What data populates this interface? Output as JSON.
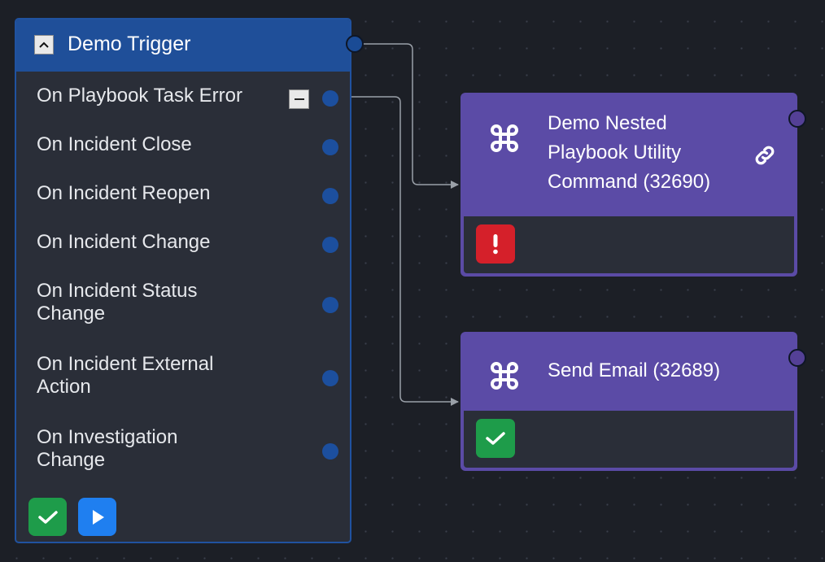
{
  "trigger": {
    "title": "Demo Trigger",
    "events": [
      {
        "label": "On Playbook Task Error"
      },
      {
        "label": "On Incident Close"
      },
      {
        "label": "On Incident Reopen"
      },
      {
        "label": "On Incident Change"
      },
      {
        "label": "On Incident Status Change"
      },
      {
        "label": "On Incident External Action"
      },
      {
        "label": "On Investigation Change"
      }
    ],
    "footer_buttons": [
      {
        "icon": "check-icon",
        "color": "#1e9c4a"
      },
      {
        "icon": "play-icon",
        "color": "#1f7ff0"
      }
    ],
    "header_color": "#1f4f99"
  },
  "actions": [
    {
      "title": "Demo Nested Playbook Utility Command (32690)",
      "icon": "command-icon",
      "has_link": true,
      "status": {
        "icon": "exclamation-icon",
        "color": "#d5202a"
      }
    },
    {
      "title": "Send Email (32689)",
      "icon": "command-icon",
      "has_link": false,
      "status": {
        "icon": "check-icon",
        "color": "#1e9c4a"
      }
    }
  ],
  "colors": {
    "canvas": "#1c1f26",
    "node_body": "#2a2e38",
    "action_header": "#5b4ba6",
    "connector": "#9aa0a8"
  }
}
